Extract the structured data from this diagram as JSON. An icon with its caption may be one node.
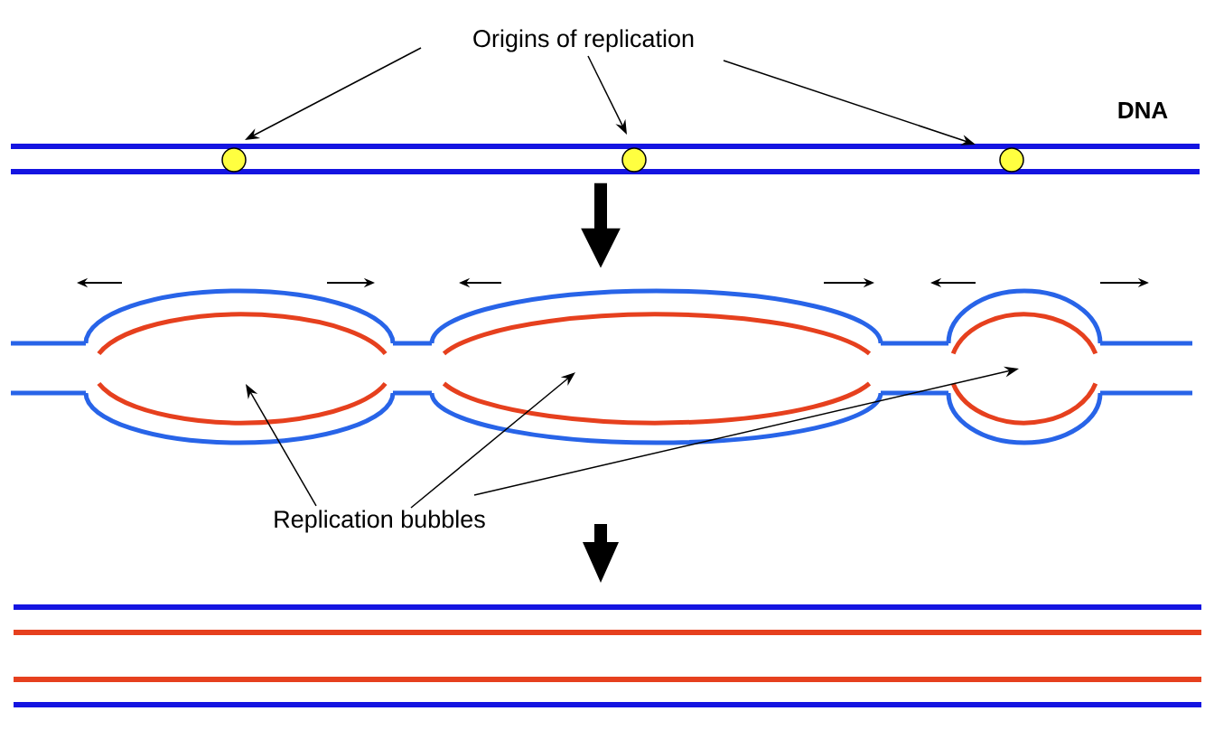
{
  "diagram": {
    "nodes": [
      {
        "text": [
          "Origins of replication"
        ]
      },
      {
        "text": [],
        "shape": "circle"
      },
      {
        "text": [],
        "shape": "circle"
      },
      {
        "text": [],
        "shape": "circle"
      },
      {
        "text": [
          "Replication bubbles"
        ]
      },
      {
        "text": [],
        "shape": "ellipse"
      },
      {
        "text": [],
        "shape": "ellipse"
      },
      {
        "text": [],
        "shape": "ellipse"
      }
    ],
    "edges": [
      {
        "from": 0,
        "to": 1,
        "arrow": "to"
      },
      {
        "from": 0,
        "to": 2,
        "arrow": "to"
      },
      {
        "from": 0,
        "to": 3,
        "arrow": "to"
      },
      {
        "from": 2,
        "to": 6,
        "arrow": "to",
        "style": "thick"
      },
      {
        "from": 4,
        "to": 5,
        "arrow": "to"
      },
      {
        "from": 4,
        "to": 6,
        "arrow": "to"
      },
      {
        "from": 4,
        "to": 7,
        "arrow": "to"
      }
    ],
    "labels": [
      "DNA"
    ]
  }
}
